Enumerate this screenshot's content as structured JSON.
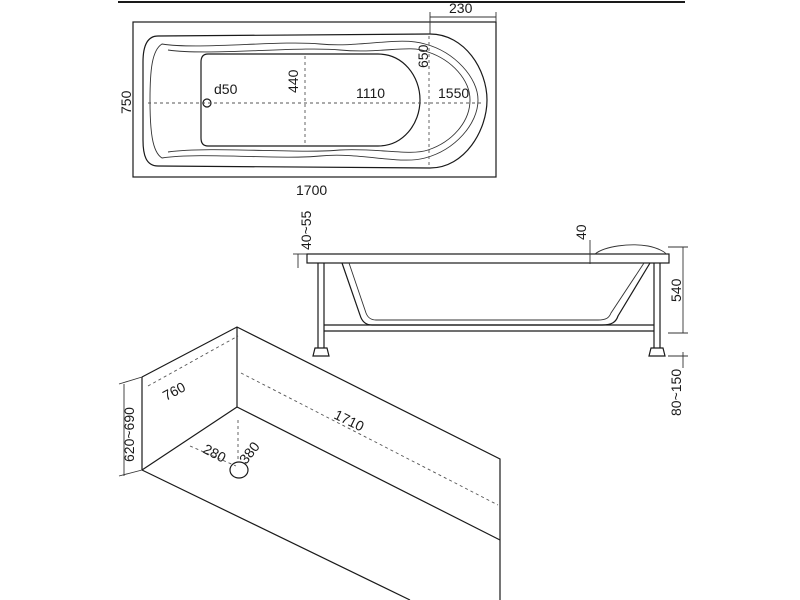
{
  "top_view": {
    "length": "1700",
    "width": "750",
    "inner_length": "1550",
    "inner_width": "650",
    "bottom_length": "1110",
    "bottom_width": "440",
    "offset": "230",
    "drain": "d50"
  },
  "side_view": {
    "rim_height": "40~55",
    "rim_thickness": "40",
    "depth": "540",
    "leg_height": "80~150"
  },
  "niche_view": {
    "width": "760",
    "length": "1710",
    "height": "620~690",
    "drain_x": "280",
    "drain_y": "380"
  }
}
